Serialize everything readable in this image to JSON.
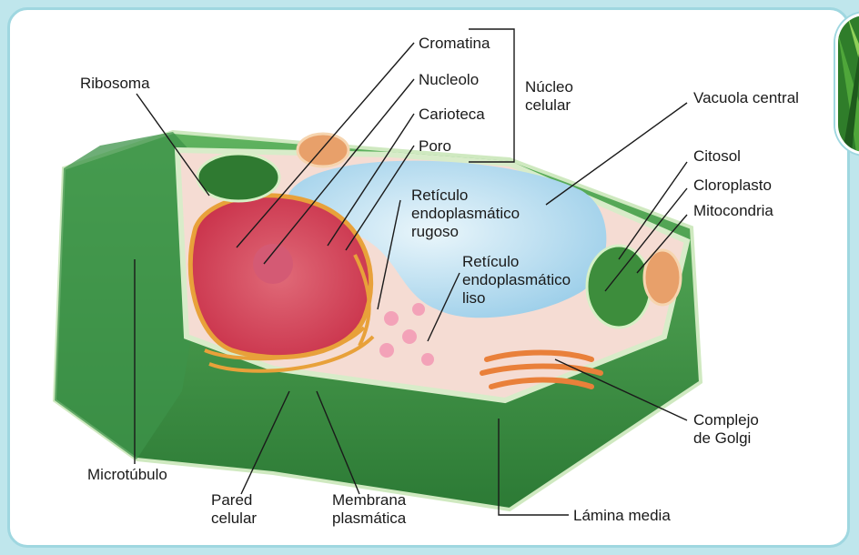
{
  "labels": {
    "cromatina": "Cromatina",
    "nucleolo": "Nucleolo",
    "carioteca": "Carioteca",
    "poro": "Poro",
    "nucleo_celular_1": "Núcleo",
    "nucleo_celular_2": "celular",
    "ribosoma": "Ribosoma",
    "vacuola_central": "Vacuola central",
    "citosol": "Citosol",
    "cloroplasto": "Cloroplasto",
    "mitocondria": "Mitocondria",
    "rer_1": "Retículo",
    "rer_2": "endoplasmático",
    "rer_3": "rugoso",
    "rel_1": "Retículo",
    "rel_2": "endoplasmático",
    "rel_3": "liso",
    "golgi_1": "Complejo",
    "golgi_2": "de Golgi",
    "microtubulo": "Microtúbulo",
    "pared_1": "Pared",
    "pared_2": "celular",
    "membrana_1": "Membrana",
    "membrana_2": "plasmática",
    "lamina_media": "Lámina media"
  },
  "colors": {
    "frame_border": "#9fd7e0",
    "cell_wall": "#3f9a4a",
    "cytoplasm": "#f6d9d0",
    "vacuole": "#bfe3f2",
    "nucleus": "#d9465b",
    "rough_er": "#e8a13a",
    "golgi": "#e9803a",
    "chloroplast": "#3d8d3c"
  }
}
